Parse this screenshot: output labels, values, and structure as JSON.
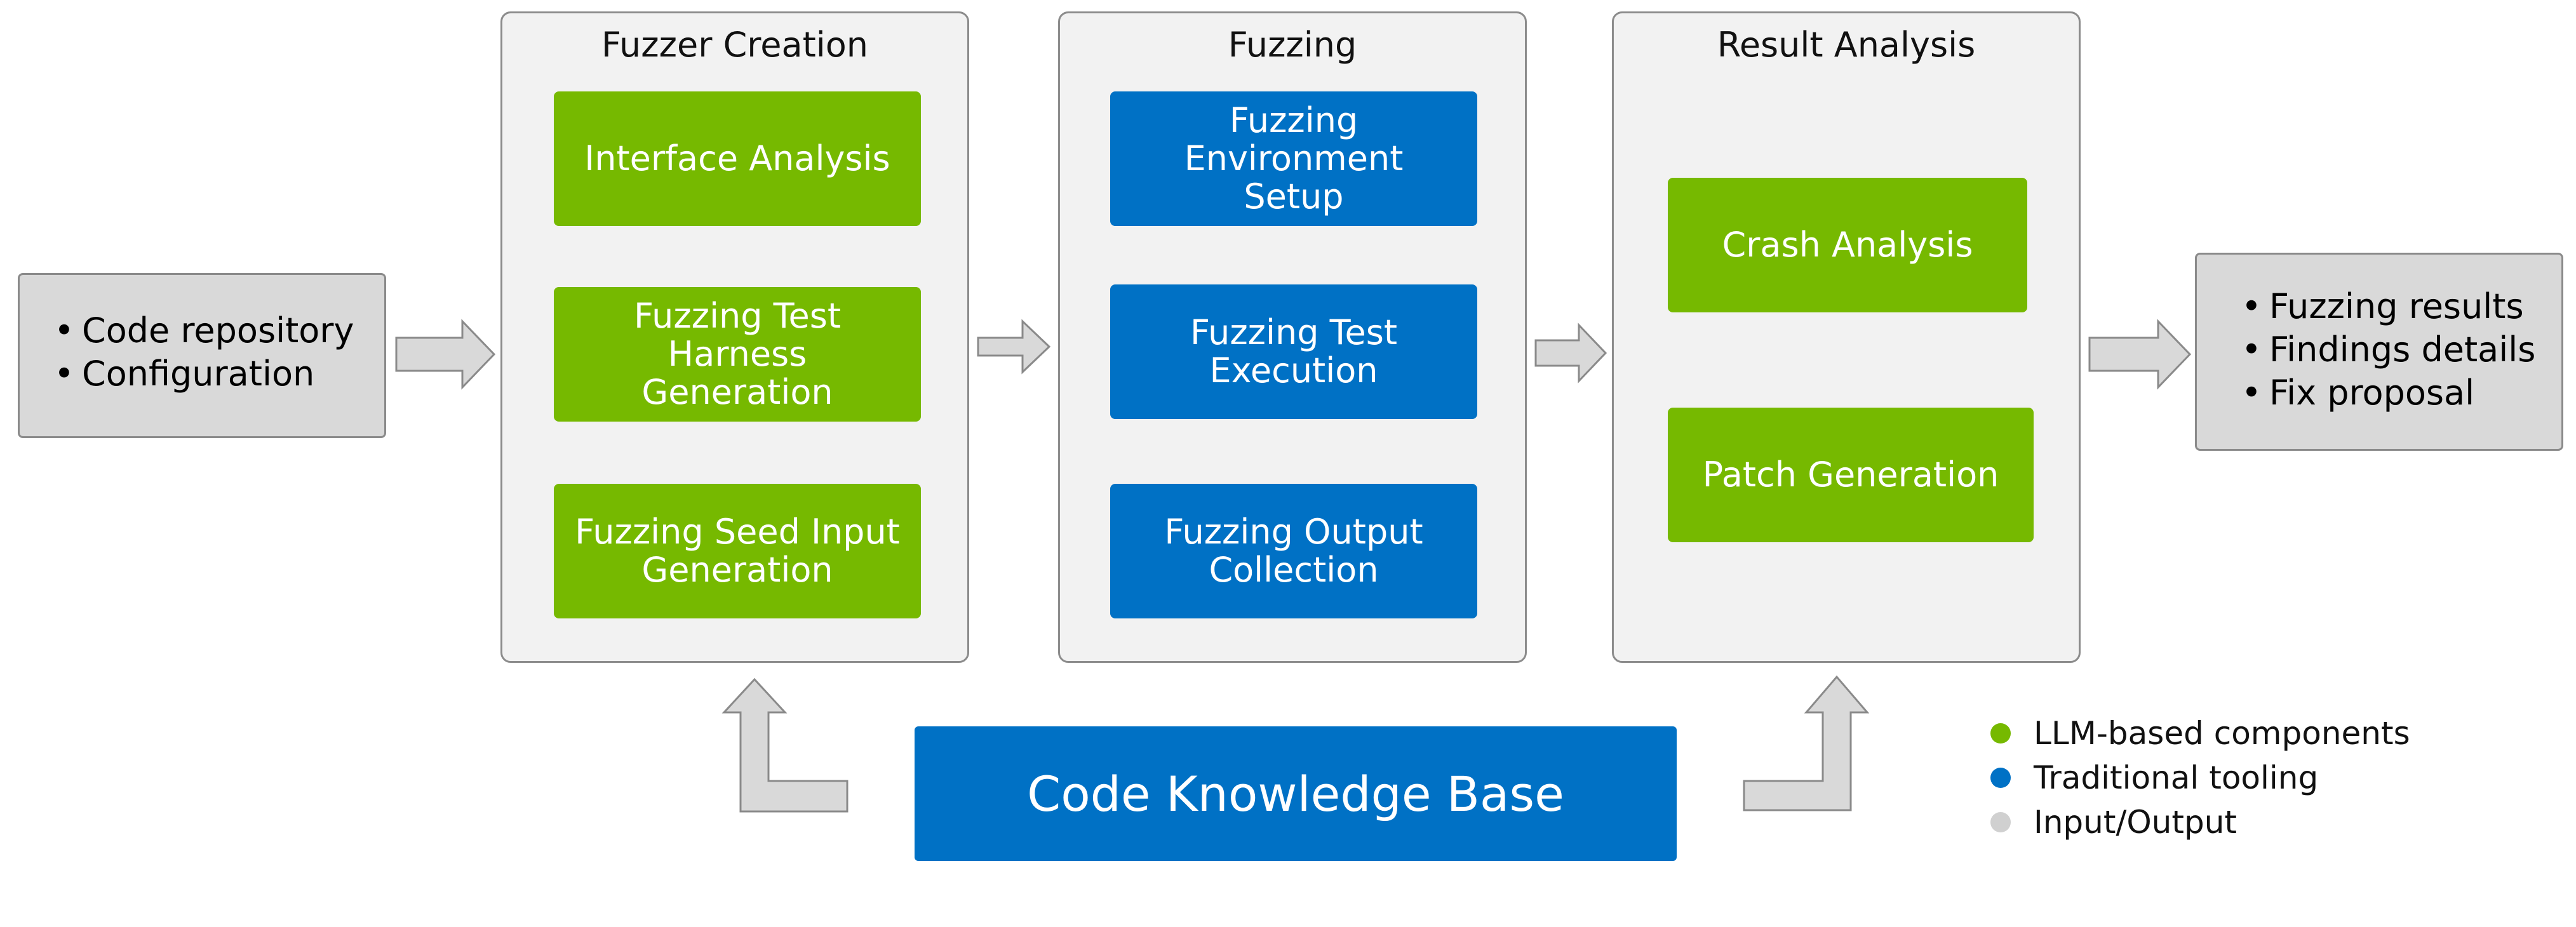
{
  "input": {
    "items": [
      "Code repository",
      "Configuration"
    ]
  },
  "stages": [
    {
      "title": "Fuzzer Creation",
      "components": [
        "Interface Analysis",
        "Fuzzing Test Harness\nGeneration",
        "Fuzzing Seed Input\nGeneration"
      ]
    },
    {
      "title": "Fuzzing",
      "components": [
        "Fuzzing Environment\nSetup",
        "Fuzzing Test\nExecution",
        "Fuzzing Output\nCollection"
      ]
    },
    {
      "title": "Result Analysis",
      "components": [
        "Crash Analysis",
        "Patch Generation"
      ]
    }
  ],
  "output": {
    "items": [
      "Fuzzing results",
      "Findings details",
      "Fix proposal"
    ]
  },
  "knowledge_base": {
    "label": "Code Knowledge Base"
  },
  "legend": [
    {
      "label": "LLM-based components",
      "color": "#76b900"
    },
    {
      "label": "Traditional tooling",
      "color": "#0071c5"
    },
    {
      "label": "Input/Output",
      "color": "#d0d0d0"
    }
  ],
  "colors": {
    "llm": "#76b900",
    "tooling": "#0071c5",
    "io": "#d9d9d9",
    "stage_bg": "#f2f2f2",
    "arrow": "#d9d9d9"
  }
}
